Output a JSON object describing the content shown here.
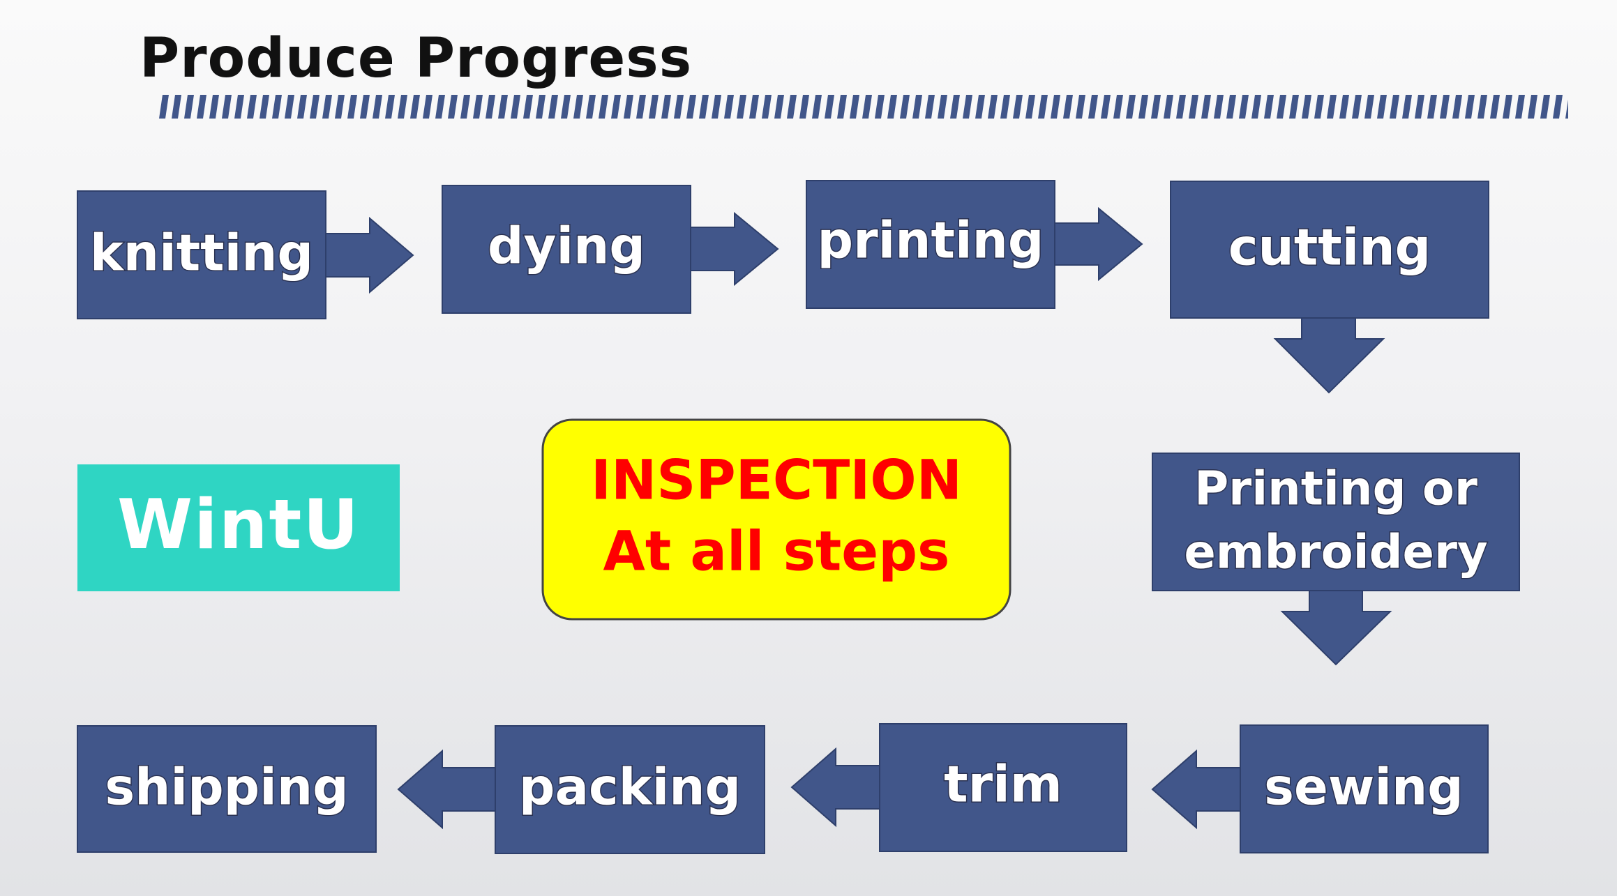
{
  "title": "Produce Progress",
  "colors": {
    "step_fill": "#41568a",
    "inspection_fill": "#ffff00",
    "inspection_text": "#ff0000",
    "logo_fill": "#2fd5c3",
    "rule_color": "#41568a"
  },
  "steps": [
    {
      "label": "knitting"
    },
    {
      "label": "dying"
    },
    {
      "label": "printing"
    },
    {
      "label": "cutting"
    },
    {
      "label_line1": "Printing or",
      "label_line2": "embroidery"
    },
    {
      "label": "sewing"
    },
    {
      "label": "trim"
    },
    {
      "label": "packing"
    },
    {
      "label": "shipping"
    }
  ],
  "inspection": {
    "line1": "INSPECTION",
    "line2": "At all steps"
  },
  "logo": {
    "text": "WintU"
  }
}
